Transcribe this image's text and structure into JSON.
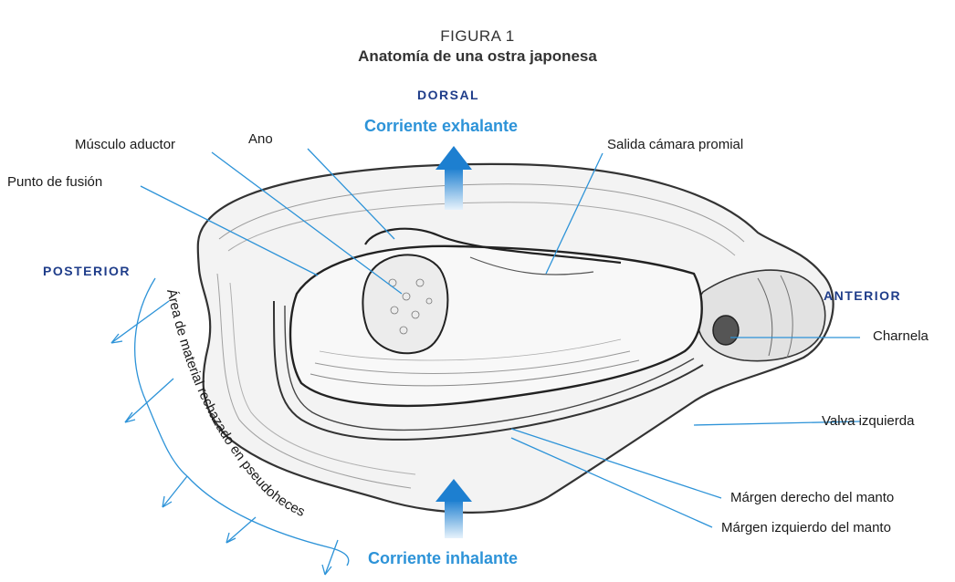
{
  "header": {
    "figure_number": "FIGURA 1",
    "title": "Anatomía de una ostra japonesa"
  },
  "directions": {
    "dorsal": "DORSAL",
    "posterior": "POSTERIOR",
    "anterior": "ANTERIOR"
  },
  "currents": {
    "exhalant": "Corriente exhalante",
    "inhalant": "Corriente inhalante"
  },
  "labels": {
    "adductor_muscle": "Músculo aductor",
    "anus": "Ano",
    "fusion_point": "Punto de fusión",
    "promial_chamber_exit": "Salida cámara promial",
    "hinge": "Charnela",
    "left_valve": "Valva izquierda",
    "right_mantle_margin": "Márgen derecho del manto",
    "left_mantle_margin": "Márgen izquierdo del manto",
    "rejected_material_area": "Área de material rechazado en pseudoheces"
  },
  "colors": {
    "leader_line": "#2d93d8",
    "direction_text": "#1f3d8a",
    "current_text": "#2d93d8",
    "arrow_top": "#1d7fd0",
    "arrow_bottom": "#e6f2fb"
  }
}
